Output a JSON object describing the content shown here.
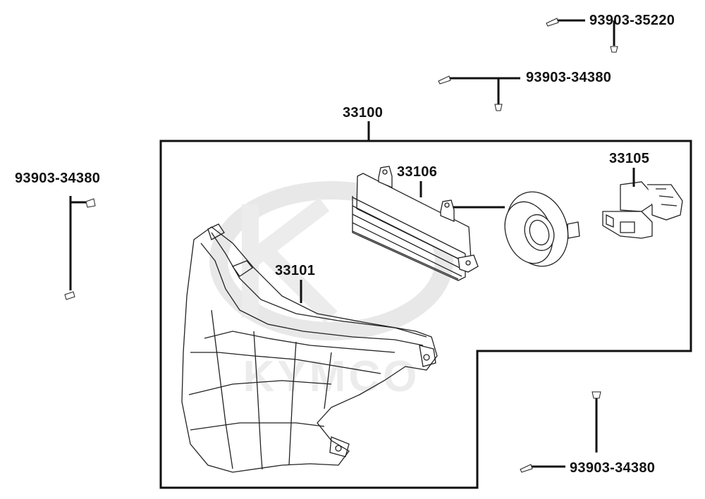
{
  "diagram": {
    "labels": {
      "assembly": "33100",
      "headlight_unit": "33101",
      "bulb_socket": "33105",
      "control_module": "33106",
      "screw_top": "93903-35220",
      "screw_upper": "93903-34380",
      "screw_left": "93903-34380",
      "screw_bottom": "93903-34380"
    },
    "watermark": "KYMCO",
    "colors": {
      "line": "#111111",
      "watermark": "#e6e6e6",
      "background": "#ffffff"
    }
  }
}
